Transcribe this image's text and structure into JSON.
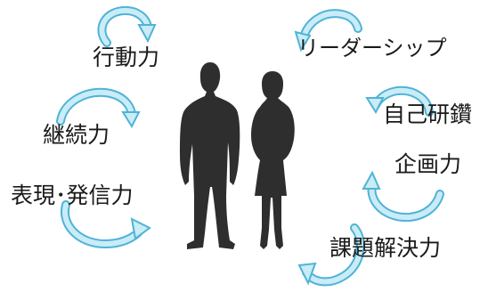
{
  "skills": {
    "action": "行動力",
    "leadership": "リーダーシップ",
    "continuity": "継続力",
    "self_development": "自己研鑽",
    "planning": "企画力",
    "expression": "表現･発信力",
    "problem_solving": "課題解決力"
  },
  "colors": {
    "arrow_fill": "#bfe6f3",
    "arrow_stroke": "#4fb3d6",
    "silhouette": "#2e2e2e",
    "text": "#1a1a1a"
  },
  "icons": [
    "circular-arrow-icon",
    "person-silhouette"
  ]
}
